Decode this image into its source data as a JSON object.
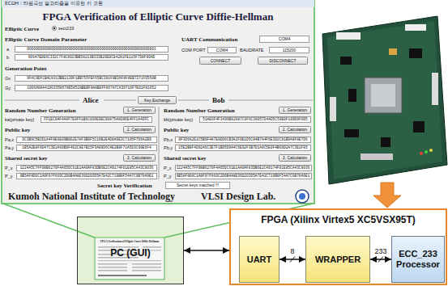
{
  "diagram": {
    "nodes": [
      {
        "text": [
          "ECDH : 타원곡선 알고리즘을 이용한 키 교환",
          "FPGA Verification of Elliptic Curve Diffie-Hellman"
        ]
      },
      {
        "text": [
          "00000000000000000000000000000000000000000000000000000000001"
        ],
        "in": 0
      },
      {
        "text": [
          "66647EDE6C332C7F8C0923BB58213B333B20E9CE4281FE115F7D8F90AD"
        ],
        "in": 0
      },
      {
        "text": [
          "COM4"
        ],
        "in": 0
      },
      {
        "text": [
          "COM4"
        ],
        "in": 0
      },
      {
        "text": [
          "115200"
        ],
        "in": 0
      },
      {
        "text": [
          "CONNECT"
        ],
        "in": 0
      },
      {
        "text": [
          "DISCONNECT"
        ],
        "in": 0
      },
      {
        "text": [
          "0FAC9DFCBAC8313BB2139F1BB755FEF65BC391F8B36F8F8EB7371FD558B"
        ],
        "in": 0
      },
      {
        "text": [
          "1006A08A41903350678E58528BEBF8A0BEFF867A7CA36716F7E01F81052"
        ],
        "in": 0
      },
      {
        "text": [
          "Key Exchange"
        ],
        "in": 0
      },
      {
        "text": [
          "1. Generation"
        ],
        "in": 0
      },
      {
        "text": [
          "FF1EC8AF4A8F7E8FF1B6C830E9EC90875A8D86E4FF1A4DFC"
        ],
        "in": 0
      },
      {
        "text": [
          "2. Calculation"
        ],
        "in": 0
      },
      {
        "text": [
          "0C3B6C5B2D1A4F8E6E09B8D2E7AF3B0F5C16B2E4D8A9E3C7105F7D6A2B9"
        ],
        "in": 0
      },
      {
        "text": [
          "1B5A2E8F9D47C3E1A60B9F4D2C8E7B15F3A09D6C4E2B8F71A5D3C90E6F4"
        ],
        "in": 0
      },
      {
        "text": [
          "3. Calculation"
        ],
        "in": 0
      },
      {
        "text": [
          "1224A5C7FF98B6270F4A65DC61E1AA0AF83DB6E2C49174F01E85CA43C8036"
        ],
        "in": 0
      },
      {
        "text": [
          "0B5AF8D0C1A9F97F669C2D0B4A8E36D203D5A7E42C719B8F54A7C0B7049E1"
        ],
        "in": 0
      },
      {
        "text": [
          "1. Generation"
        ],
        "in": 0
      },
      {
        "text": [
          "51AE6F4F3496B82087C0F6C38057D4AD5C59E0F189D9F0D5"
        ],
        "in": 0
      },
      {
        "text": [
          "2. Calculation"
        ],
        "in": 0
      },
      {
        "text": [
          "0F3D6A2E1C5B9F4A7E8D06CB3A2F9E1D5C84B7A4F6E3D2C91B0A9F8E7D6"
        ],
        "in": 0
      },
      {
        "text": [
          "15E2B8F4D92A6C3E7F1B05D8A4C6E92F3B7D1A8C5E0F4B69D2A7C3E1F85"
        ],
        "in": 0
      },
      {
        "text": [
          "3. Calculation"
        ],
        "in": 0
      },
      {
        "text": [
          "1224A5C7FF98B6270F4A65DC61E1AA0AF83DB6E2C49174F01E85CA43C8036"
        ],
        "in": 0
      },
      {
        "text": [
          "0B5AF8D0C1A9F97F669C2D0B4A8E36D203D5A7E42C719B8F54A7C0B7049E1"
        ],
        "in": 0
      },
      {
        "text": [
          "Secret keys matched !!!"
        ],
        "in": 0
      },
      {
        "text": [
          "PC (GUI)"
        ]
      },
      {
        "text": [
          "FPGA (Xilinx Virtex5 XC5VSX95T)"
        ]
      },
      {
        "text": [
          "UART"
        ],
        "in": 29
      },
      {
        "text": [
          "WRAPPER"
        ],
        "in": 29
      },
      {
        "text": [
          "ECC_233 Processor"
        ],
        "in": 29
      }
    ],
    "edges": [
      {
        "from": 28,
        "to": 29,
        "arrow": "both"
      },
      {
        "from": 30,
        "to": 31,
        "label": "8",
        "arrow": "both"
      },
      {
        "from": 31,
        "to": 32,
        "label": "233",
        "arrow": "both"
      }
    ],
    "labels": [
      "Elliptic Curve",
      "sect233",
      "Elliptic Curve Domain Parameter",
      "a",
      "b",
      "UART Communication",
      "COM PORT",
      "BAUDRATE",
      "Generation Point",
      "Gx",
      "Gy",
      "Alice",
      "Bob",
      "Random Number Generation",
      "ka(private key)",
      "Public key",
      "Pa,x",
      "Pa,y",
      "Shared secret key",
      "P_x",
      "P_y",
      "Random Number Generation",
      "kb(private key)",
      "Public key",
      "Pb,x",
      "Pb,y",
      "Shared secret key",
      "P_x",
      "P_y",
      "Secret key Verification",
      "Kumoh National Institute of Technology",
      "VLSI Design Lab.",
      "FPGA Verification of Elliptic Curve Diffie-Hellman"
    ]
  }
}
